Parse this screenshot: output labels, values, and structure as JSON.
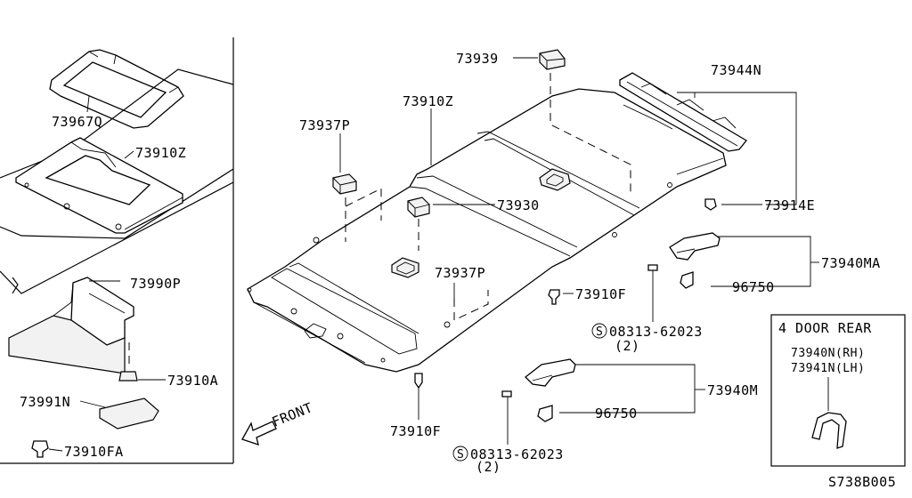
{
  "diagram": {
    "code": "S738B005",
    "front_label": "FRONT",
    "parts": {
      "p73967Q": "73967Q",
      "p73910Z_inset": "73910Z",
      "p73990P": "73990P",
      "p73910A": "73910A",
      "p73991N": "73991N",
      "p73910FA": "73910FA",
      "p73939": "73939",
      "p73910Z": "73910Z",
      "p73937P_top": "73937P",
      "p73930": "73930",
      "p73937P_mid": "73937P",
      "p73944N": "73944N",
      "p73914E": "73914E",
      "p73940MA": "73940MA",
      "p96750_a": "96750",
      "p73910F_right": "73910F",
      "p08313_a": "08313-62023",
      "p08313_a_qty": "(2)",
      "p73910F_bottom": "73910F",
      "p73940M": "73940M",
      "p96750_b": "96750",
      "p08313_b": "08313-62023",
      "p08313_b_qty": "(2)",
      "screw_symbol": "S"
    },
    "inset_rear": {
      "title": "4 DOOR REAR",
      "rh": "73940N(RH)",
      "lh": "73941N(LH)"
    }
  }
}
